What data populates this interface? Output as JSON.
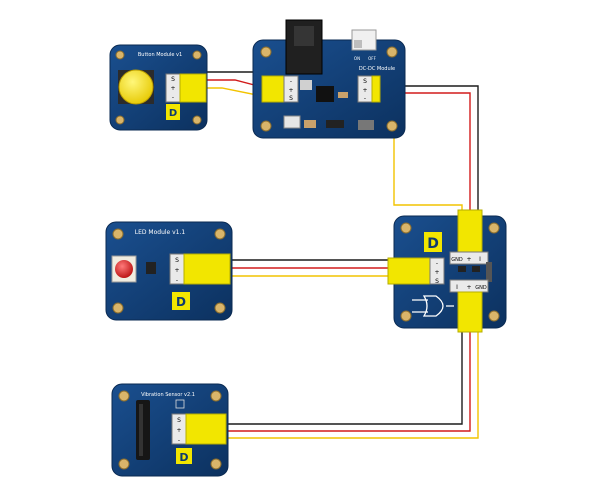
{
  "modules": {
    "button": {
      "title": "Button Module v1",
      "pins": [
        "S",
        "+",
        "-"
      ]
    },
    "dcdc": {
      "title": "DC-DC Module",
      "switch_on": "ON",
      "switch_off": "OFF",
      "pins": [
        "-",
        "+",
        "S"
      ],
      "out_pins": [
        "S",
        "+",
        "-"
      ]
    },
    "led": {
      "title": "LED Module v1.1",
      "pins": [
        "S",
        "+",
        "-"
      ]
    },
    "gate": {
      "pins_left": [
        "-",
        "+",
        "S"
      ],
      "pins_top": [
        "GND",
        "+",
        "I"
      ],
      "pins_bottom": [
        "I",
        "+",
        "GND"
      ]
    },
    "vibration": {
      "title": "Vibration Sensor v2.1",
      "pins": [
        "S",
        "+",
        "-"
      ]
    }
  },
  "colors": {
    "board": "#0f3a6e",
    "board_edge": "#0a2a52",
    "terminal": "#f2e600",
    "wire_red": "#d21b1b",
    "wire_black": "#1c1c1c",
    "wire_yellow": "#f2c300",
    "button_cap": "#f5e000",
    "led": "#d81b1b"
  }
}
